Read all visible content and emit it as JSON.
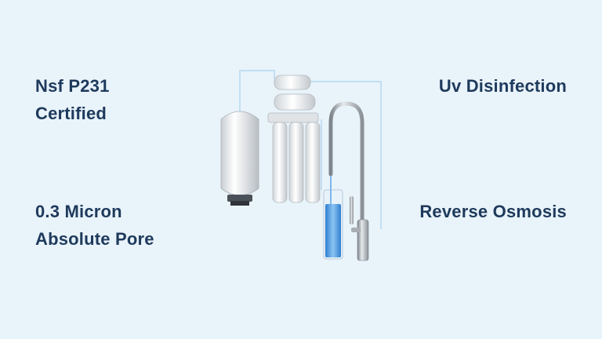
{
  "features": {
    "top_left": {
      "line1": "Nsf P231",
      "line2": "Certified"
    },
    "bottom_left": {
      "line1": "0.3 Micron",
      "line2": "Absolute Pore"
    },
    "top_right": {
      "line1": "Uv Disinfection"
    },
    "bottom_right": {
      "line1": "Reverse Osmosis"
    }
  },
  "colors": {
    "background": "#e9f3fa",
    "text": "#1e3a5c",
    "water": "#4a90d9"
  },
  "product_image": "reverse-osmosis-system-with-faucet"
}
